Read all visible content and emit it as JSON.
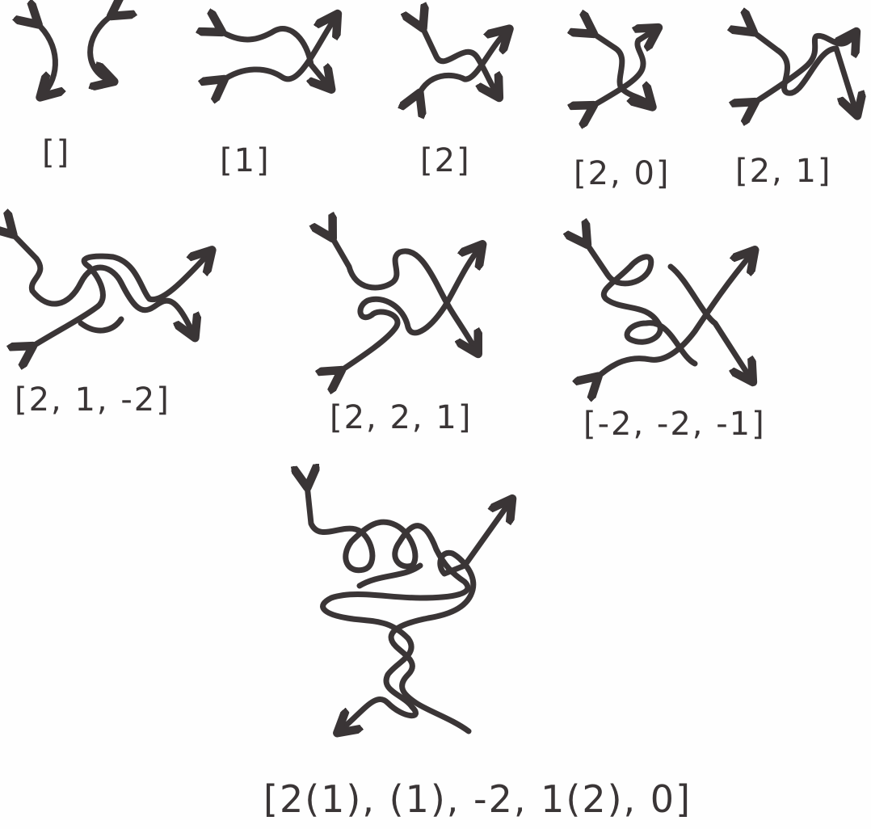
{
  "labels": {
    "t1": "[]",
    "t2": "[1]",
    "t3": "[2]",
    "t4": "[2, 0]",
    "t5": "[2, 1]",
    "t6": "[2, 1, -2]",
    "t7": "[2, 2, 1]",
    "t8": "[-2, -2, -1]",
    "t9": "[2(1), (1), -2, 1(2), 0]"
  },
  "ink_color": "#3a3536"
}
